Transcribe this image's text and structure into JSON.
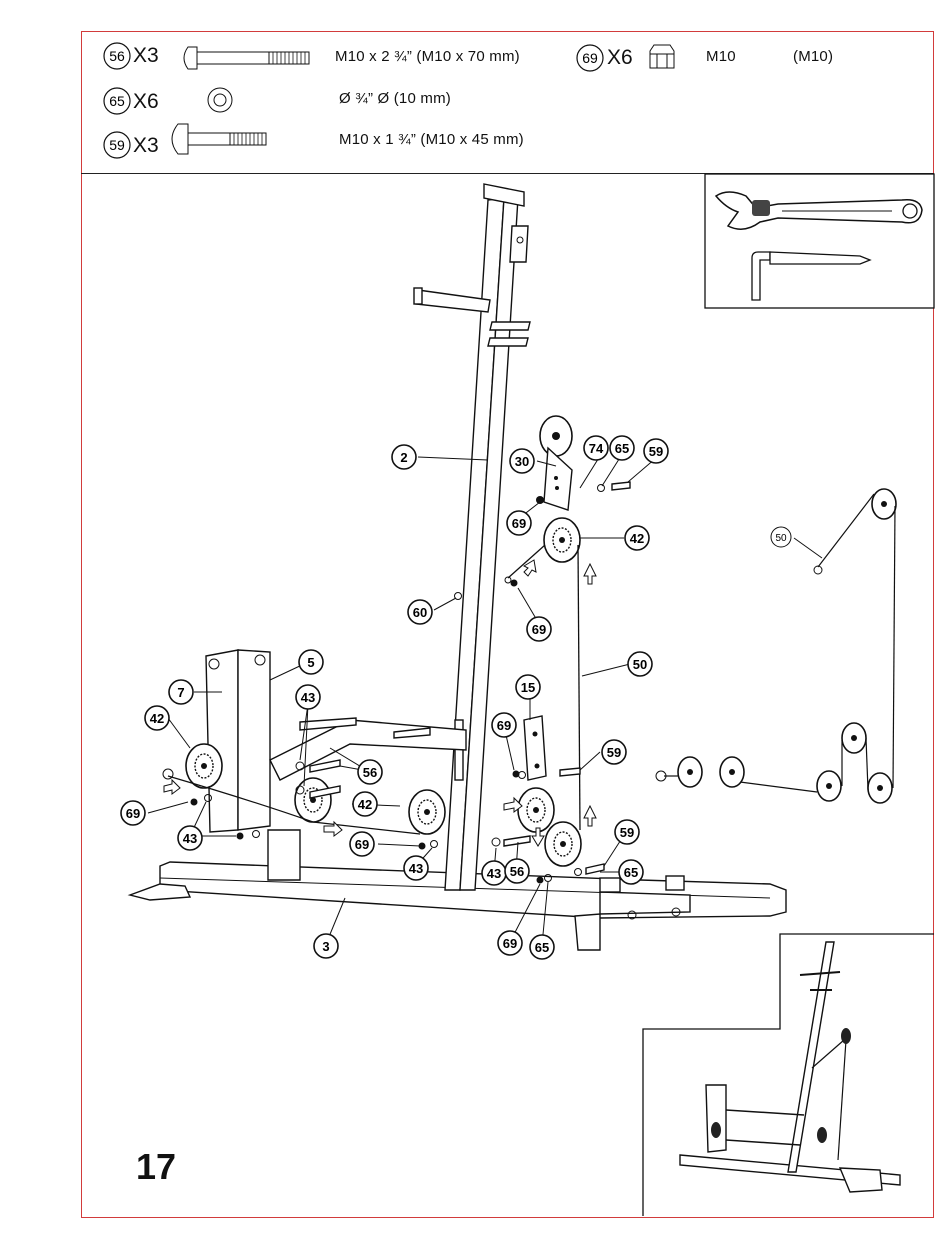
{
  "hardware": [
    {
      "id": "56",
      "qty": "X3",
      "spec": "M10 x 2 ¾”   (M10 x 70 mm)",
      "icon": "bolt-long-icon"
    },
    {
      "id": "65",
      "qty": "X6",
      "spec": "Ø ¾” Ø           (10 mm)",
      "icon": "washer-icon"
    },
    {
      "id": "59",
      "qty": "X3",
      "spec": "M10 x 1 ¾”  (M10 x 45 mm)",
      "icon": "bolt-short-icon"
    },
    {
      "id": "69",
      "qty": "X6",
      "spec_a": "M10",
      "spec_b": "(M10)",
      "icon": "nut-icon"
    }
  ],
  "callouts": {
    "c2": "2",
    "c30": "30",
    "c74": "74",
    "c65a": "65",
    "c59a": "59",
    "c69a": "69",
    "c42a": "42",
    "c50a": "50",
    "c60": "60",
    "c69b": "69",
    "c50b": "50",
    "c5": "5",
    "c7": "7",
    "c42b": "42",
    "c43a": "43",
    "c56a": "56",
    "c15": "15",
    "c69c": "69",
    "c59b": "59",
    "c69d": "69",
    "c43b": "43",
    "c42c": "42",
    "c69e": "69",
    "c43c": "43",
    "c43d": "43",
    "c56b": "56",
    "c59c": "59",
    "c65b": "65",
    "c69f": "69",
    "c65c": "65",
    "c3": "3"
  },
  "tools": [
    "adjustable-wrench-icon",
    "allen-key-icon"
  ],
  "page_number": "17"
}
